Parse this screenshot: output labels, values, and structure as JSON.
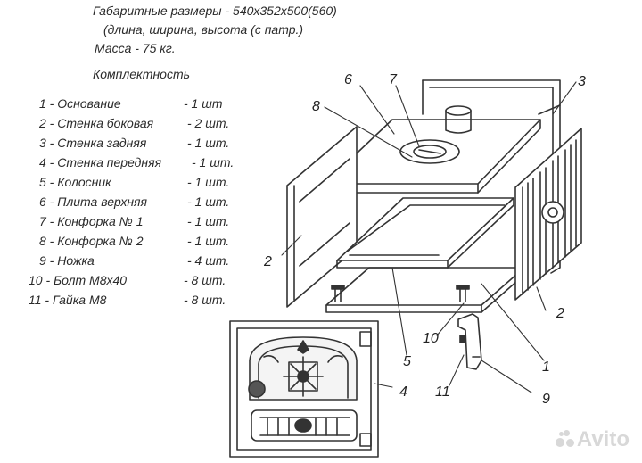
{
  "specs": {
    "dimensions": "Габаритные размеры - 540х352х500(560)",
    "dimensions_note": "(длина, ширина, высота (с патр.)",
    "mass": "Масса - 75 кг.",
    "kit_title": "Комплектность"
  },
  "parts": [
    {
      "name": "1 -  Основание",
      "qty": "- 1 шт"
    },
    {
      "name": "2 - Стенка боковая",
      "qty": "- 2 шт."
    },
    {
      "name": "3 - Стенка задняя",
      "qty": "- 1 шт."
    },
    {
      "name": "4 - Стенка передняя",
      "qty": "- 1 шт."
    },
    {
      "name": "5 - Колосник",
      "qty": "- 1 шт."
    },
    {
      "name": "6 - Плита верхняя",
      "qty": "- 1 шт."
    },
    {
      "name": "7 - Конфорка № 1",
      "qty": "- 1 шт."
    },
    {
      "name": "8 - Конфорка № 2",
      "qty": "- 1 шт."
    },
    {
      "name": "9 - Ножка",
      "qty": "- 4 шт."
    },
    {
      "name": "10 - Болт М8х40",
      "qty": "- 8 шт."
    },
    {
      "name": "11 - Гайка М8",
      "qty": "- 8 шт."
    }
  ],
  "callouts": [
    "1",
    "2",
    "2",
    "3",
    "4",
    "5",
    "6",
    "7",
    "8",
    "9",
    "10",
    "11"
  ],
  "watermark": "Avito"
}
